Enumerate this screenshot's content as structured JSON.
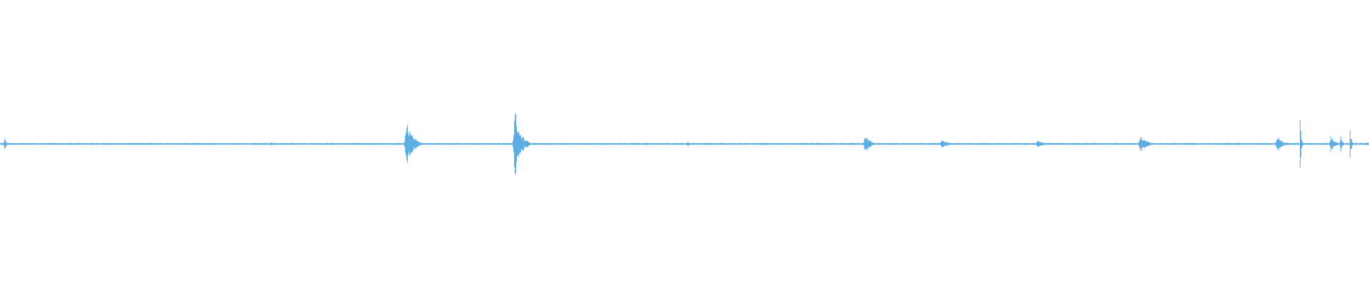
{
  "waveform": {
    "color": "#5dade2",
    "background": "#ffffff",
    "bursts": [
      {
        "t": 0.003,
        "amp": 0.05,
        "len": 0.004
      },
      {
        "t": 0.035,
        "amp": 0.006,
        "len": 0.005
      },
      {
        "t": 0.09,
        "amp": 0.007,
        "len": 0.006
      },
      {
        "t": 0.135,
        "amp": 0.006,
        "len": 0.006
      },
      {
        "t": 0.185,
        "amp": 0.008,
        "len": 0.01
      },
      {
        "t": 0.198,
        "amp": 0.03,
        "len": 0.0015
      },
      {
        "t": 0.237,
        "amp": 0.005,
        "len": 0.008
      },
      {
        "t": 0.297,
        "amp": 0.16,
        "len": 0.013
      },
      {
        "t": 0.331,
        "amp": 0.008,
        "len": 0.01
      },
      {
        "t": 0.376,
        "amp": 0.25,
        "len": 0.012
      },
      {
        "t": 0.433,
        "amp": 0.006,
        "len": 0.01
      },
      {
        "t": 0.472,
        "amp": 0.01,
        "len": 0.01
      },
      {
        "t": 0.502,
        "amp": 0.03,
        "len": 0.003
      },
      {
        "t": 0.548,
        "amp": 0.009,
        "len": 0.008
      },
      {
        "t": 0.567,
        "amp": 0.008,
        "len": 0.008
      },
      {
        "t": 0.632,
        "amp": 0.08,
        "len": 0.01
      },
      {
        "t": 0.688,
        "amp": 0.03,
        "len": 0.014
      },
      {
        "t": 0.758,
        "amp": 0.028,
        "len": 0.013
      },
      {
        "t": 0.81,
        "amp": 0.008,
        "len": 0.008
      },
      {
        "t": 0.833,
        "amp": 0.06,
        "len": 0.014
      },
      {
        "t": 0.933,
        "amp": 0.05,
        "len": 0.012
      },
      {
        "t": 0.9495,
        "amp": 0.24,
        "len": 0.0025
      },
      {
        "t": 0.972,
        "amp": 0.06,
        "len": 0.008
      },
      {
        "t": 0.979,
        "amp": 0.09,
        "len": 0.003
      },
      {
        "t": 0.986,
        "amp": 0.12,
        "len": 0.0025
      },
      {
        "t": 0.998,
        "amp": 0.02,
        "len": 0.003
      }
    ]
  }
}
